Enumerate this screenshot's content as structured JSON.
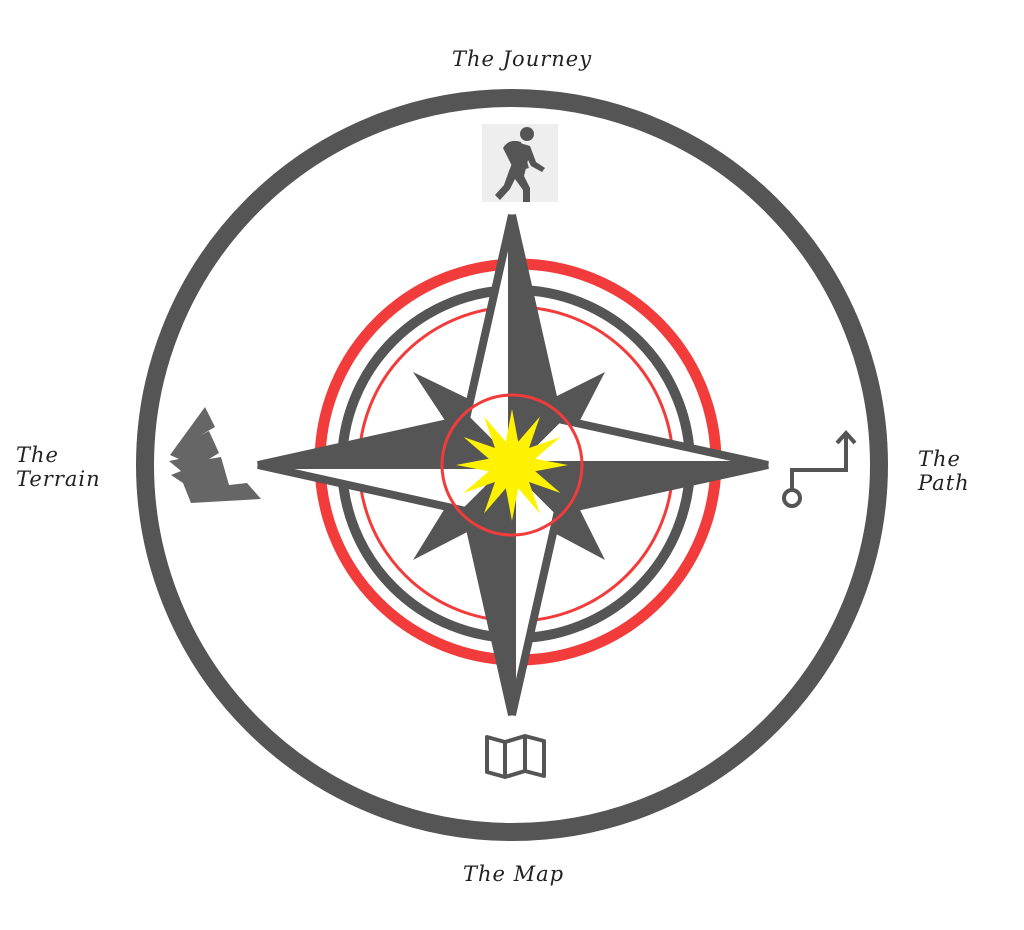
{
  "labels": {
    "top": "The Journey",
    "left_line1": "The",
    "left_line2": "Terrain",
    "right_line1": "The",
    "right_line2": "Path",
    "bottom": "The Map"
  },
  "colors": {
    "dark": "#555555",
    "red": "#f23c3c",
    "yellow": "#fff200"
  },
  "icons": [
    "hiker-icon",
    "mountain-icon",
    "path-icon",
    "map-icon",
    "compass-rose-icon"
  ]
}
